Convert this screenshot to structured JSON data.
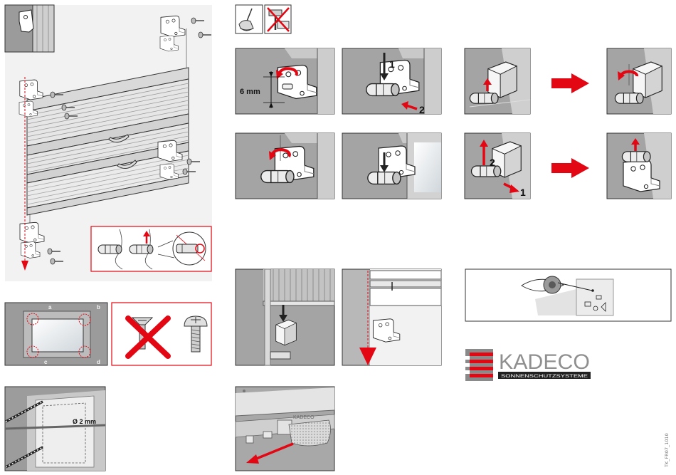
{
  "instructions": {
    "clip_height": "6 mm",
    "clip_steps": {
      "first": "1",
      "second": "2"
    },
    "release_steps": {
      "first": "1",
      "second": "2"
    },
    "corners": [
      "a",
      "b",
      "c",
      "d"
    ],
    "drill_diameter": "Ø 2 mm"
  },
  "brand": {
    "name": "KADECO",
    "tagline": "SONNENSCHUTZSYSTEME",
    "product_imprint": "KADECO"
  },
  "doc_code": "TK_FR07_1010",
  "icons": [
    "screwdriver-icon",
    "no-hammer-icon",
    "eye-icon",
    "countersunk-screw-icon",
    "pan-head-screw-icon",
    "drill-bit-icon"
  ],
  "colors": {
    "accent_red": "#e30613",
    "panel_gray": "#a4a4a4",
    "logo_gray": "#8f8f8f",
    "ink": "#222222"
  }
}
